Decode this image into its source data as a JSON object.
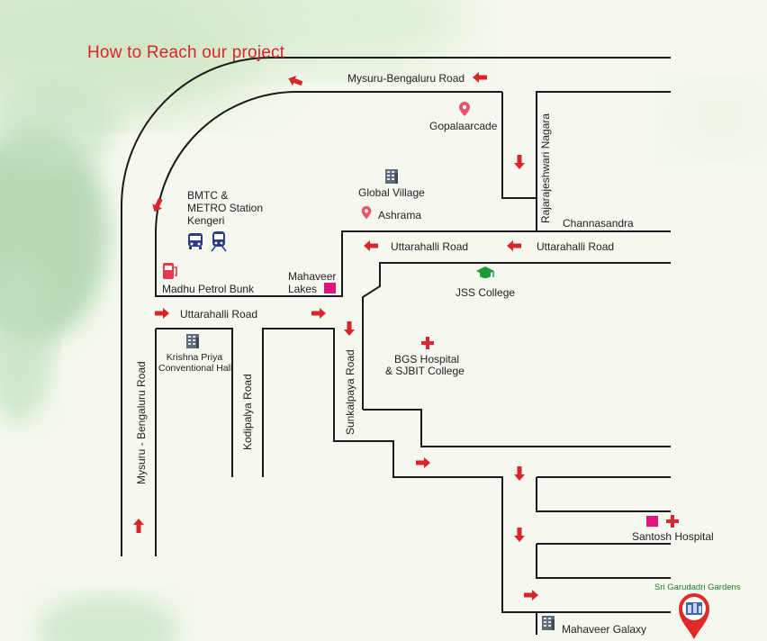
{
  "title": "How to Reach our project",
  "colors": {
    "road": "#1a1a1a",
    "arrow": "#d8252a",
    "marker": "#e0137f",
    "accent_blue": "#2c3a8c",
    "accent_green": "#1d9a3a"
  },
  "roads": {
    "mysuru_bengaluru_top": "Mysuru-Bengaluru Road",
    "mysuru_bengaluru_vertical": "Mysuru - Bengaluru Road",
    "rajarajeshwari": "Rajarajeshwari Nagara",
    "channasandra": "Channasandra",
    "uttarahalli_right": "Uttarahalli Road",
    "uttarahalli_mid": "Uttarahalli Road",
    "uttarahalli_left": "Uttarahalli Road",
    "kodipalya": "Kodipalya Road",
    "sunkalpaya": "Sunkalpaya Road"
  },
  "places": {
    "gopalaarcade": "Gopalaarcade",
    "global_village": "Global Village",
    "ashrama": "Ashrama",
    "bmtc_l1": "BMTC &",
    "bmtc_l2": "METRO Station",
    "bmtc_l3": "Kengeri",
    "madhu": "Madhu Petrol Bunk",
    "mahaveer_lakes_l1": "Mahaveer",
    "mahaveer_lakes_l2": "Lakes",
    "jss": "JSS College",
    "krishna_l1": "Krishna Priya",
    "krishna_l2": "Conventional Hall",
    "bgs_l1": "BGS Hospital",
    "bgs_l2": "& SJBIT College",
    "santosh": "Santosh Hospital",
    "sri_garudadri": "Sri Garudadri Gardens",
    "mahaveer_galaxy": "Mahaveer Galaxy"
  },
  "icons": [
    "location-pin-icon",
    "building-icon",
    "bus-icon",
    "metro-train-icon",
    "fuel-pump-icon",
    "graduation-cap-icon",
    "hospital-cross-icon",
    "project-marker-icon"
  ]
}
